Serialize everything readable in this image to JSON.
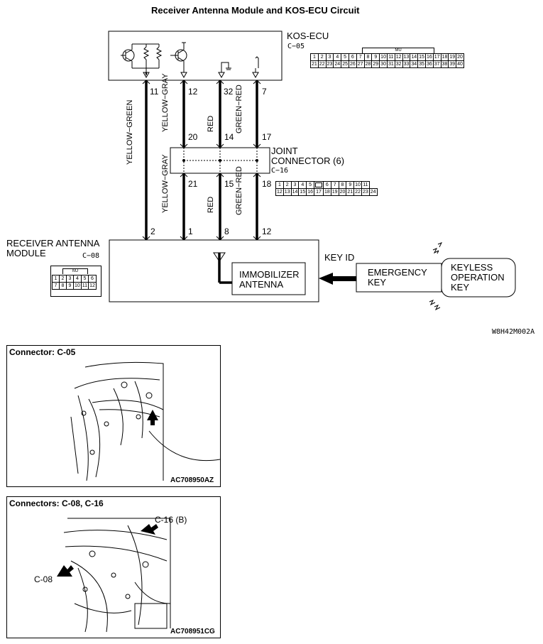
{
  "title": "Receiver Antenna  Module and KOS-ECU Circuit",
  "kos_ecu": {
    "label": "KOS-ECU",
    "connector": "C−05",
    "row1": [
      "1",
      "2",
      "3",
      "4",
      "5",
      "6",
      "7",
      "8",
      "9",
      "10",
      "11",
      "12",
      "13",
      "14",
      "15",
      "16",
      "17",
      "18",
      "19",
      "20"
    ],
    "row2": [
      "21",
      "22",
      "23",
      "24",
      "25",
      "26",
      "27",
      "28",
      "29",
      "30",
      "31",
      "32",
      "33",
      "34",
      "35",
      "36",
      "37",
      "38",
      "39",
      "40"
    ],
    "mu": "MU"
  },
  "wires": [
    {
      "ecu_pin": "11",
      "jc_in": "",
      "jc_out": "",
      "module_pin": "2",
      "color": "YELLOW−\nGREEN"
    },
    {
      "ecu_pin": "12",
      "jc_in": "20",
      "jc_out": "21",
      "module_pin": "1",
      "color_top": "YELLOW−\nGRAY",
      "color_bottom": "YELLOW−\nGRAY"
    },
    {
      "ecu_pin": "32",
      "jc_in": "14",
      "jc_out": "15",
      "module_pin": "8",
      "color_top": "RED",
      "color_bottom": "RED"
    },
    {
      "ecu_pin": "7",
      "jc_in": "17",
      "jc_out": "18",
      "module_pin": "12",
      "color_top": "GREEN−\nRED",
      "color_bottom": "GREEN−\nRED"
    }
  ],
  "wire_labels": {
    "w1": "YELLOW−GREEN",
    "w2": "YELLOW−GRAY",
    "w3": "RED",
    "w4": "GREEN−RED"
  },
  "joint_connector": {
    "line1": "JOINT",
    "line2": "CONNECTOR (6)",
    "connector": "C−16",
    "row1": [
      "1",
      "2",
      "3",
      "4",
      "5",
      "",
      "6",
      "7",
      "8",
      "9",
      "10",
      "11"
    ],
    "row2": [
      "12",
      "13",
      "14",
      "15",
      "16",
      "17",
      "18",
      "19",
      "20",
      "21",
      "22",
      "23",
      "24"
    ]
  },
  "receiver": {
    "line1": "RECEIVER ANTENNA",
    "line2": "MODULE",
    "connector": "C−08",
    "row1": [
      "1",
      "2",
      "3",
      "4",
      "5",
      "6"
    ],
    "row2": [
      "7",
      "8",
      "9",
      "10",
      "11",
      "12"
    ],
    "mj": "MJ"
  },
  "immobilizer": {
    "line1": "IMMOBILIZER",
    "line2": "ANTENNA"
  },
  "key_id": "KEY ID",
  "emergency": {
    "line1": "EMERGENCY",
    "line2": "KEY"
  },
  "keyless": {
    "line1": "KEYLESS",
    "line2": "OPERATION",
    "line3": "KEY"
  },
  "diagram_code": "W8H42M002A",
  "photo1": {
    "title": "Connector: C-05",
    "code": "AC708950AZ"
  },
  "photo2": {
    "title": "Connectors: C-08, C-16",
    "code": "AC708951CG",
    "label_c16": "C-16 (B)",
    "label_c08": "C-08"
  }
}
